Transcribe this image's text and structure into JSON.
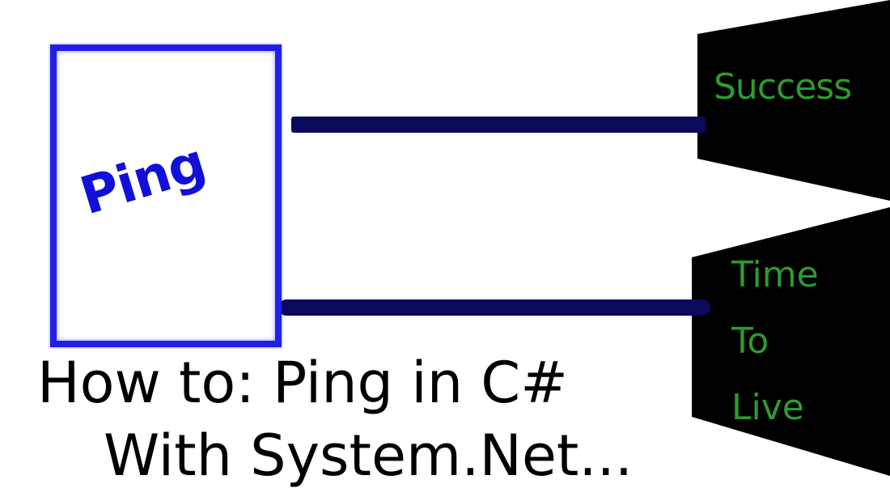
{
  "ping_card": {
    "label": "Ping",
    "border_color": "#2020e6",
    "text_color": "#1010d8"
  },
  "panels": {
    "success": {
      "label": "Success"
    },
    "ttl": {
      "lines": [
        "Time",
        "To",
        "Live"
      ]
    },
    "fill_color": "#000000",
    "text_color": "#2e9a2e"
  },
  "connector_color": "#0a0a5c",
  "title": {
    "line1": "How to: Ping in C#",
    "line2": "With System.Net..."
  }
}
